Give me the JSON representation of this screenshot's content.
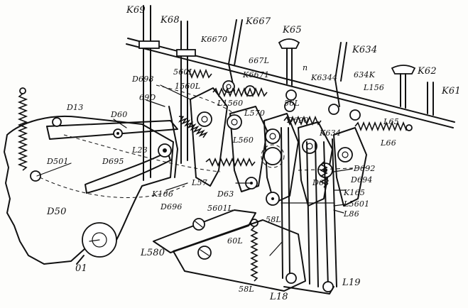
{
  "labels": {
    "k69": "K69",
    "k68": "K68",
    "k667": "K667",
    "k65": "K65",
    "k6670": "K6670",
    "k634": "K634",
    "k62": "K62",
    "k61": "K61",
    "k6671": "K6671",
    "l667": "667L",
    "n": "n",
    "k6344": "K6344",
    "k634k": "634K",
    "l156": "L156",
    "d698": "D698",
    "l560": "560L",
    "l1560": "1560L",
    "d13": "D13",
    "d60": "D60",
    "d69": "69D",
    "l1560b": "L1560",
    "l570": "L570",
    "l56": "56L",
    "d690": "D690",
    "l65": "L65",
    "k634b": "K634",
    "l66": "L66",
    "d501": "D501",
    "l23": "L23",
    "l560b": "L560",
    "d695": "D695",
    "d692": "D692",
    "d694": "D694",
    "l57": "L57",
    "k166": "K166",
    "d63": "D63",
    "d68": "D68",
    "k165": "K165",
    "d696": "D696",
    "l5601": "L5601",
    "l5601b": "5601L",
    "l86": "L86",
    "d50": "D50",
    "l58": "58L",
    "l60": "60L",
    "l580": "L580",
    "n01": "01",
    "l58b": "58L",
    "l19": "L19",
    "l18": "L18"
  }
}
